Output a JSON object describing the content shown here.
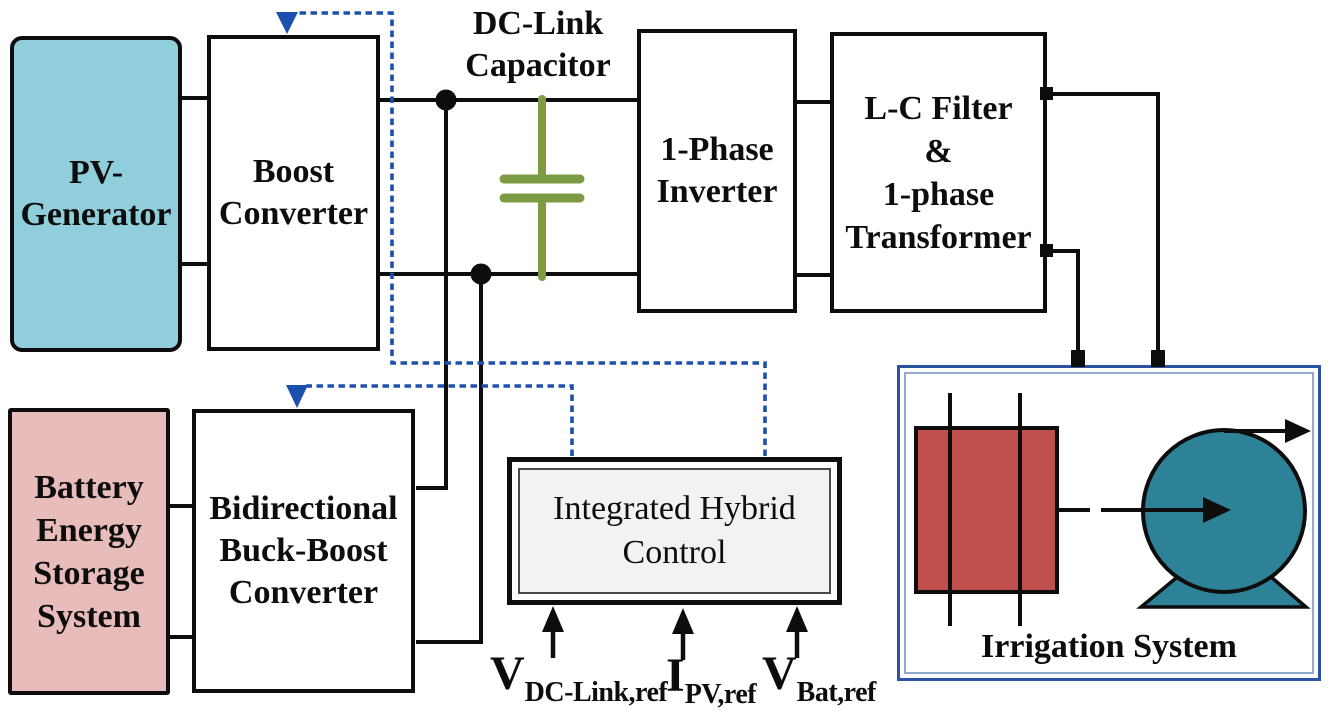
{
  "blocks": {
    "pv_generator": {
      "line1": "PV-",
      "line2": "Generator"
    },
    "boost_converter": {
      "line1": "Boost",
      "line2": "Converter"
    },
    "dc_link_capacitor": {
      "line1": "DC-Link",
      "line2": "Capacitor"
    },
    "inverter": {
      "line1": "1-Phase",
      "line2": "Inverter"
    },
    "lc_filter": {
      "line1": "L-C Filter",
      "line2": "&",
      "line3": "1-phase",
      "line4": "Transformer"
    },
    "battery": {
      "line1": "Battery",
      "line2": "Energy",
      "line3": "Storage",
      "line4": "System"
    },
    "buck_boost": {
      "line1": "Bidirectional",
      "line2": "Buck-Boost",
      "line3": "Converter"
    },
    "control": {
      "line1": "Integrated Hybrid",
      "line2": "Control"
    },
    "irrigation": {
      "label": "Irrigation System"
    }
  },
  "signals": {
    "vdc_ref": {
      "main": "V",
      "sub": "DC-Link,ref"
    },
    "ipv_ref": {
      "main": "I",
      "sub": "PV,ref"
    },
    "vbat_ref": {
      "main": "V",
      "sub": "Bat,ref"
    }
  },
  "colors": {
    "pv_fill": "#8fceda",
    "battery_fill": "#e8bcba",
    "control_fill": "#f2f2f1",
    "capacitor_green": "#7d9b42",
    "control_dash_blue": "#1c50ae",
    "transformer_red": "#c0504d",
    "pump_teal": "#2e8298",
    "irrigation_border_outer": "#2b52a3",
    "irrigation_border_inner": "#93a9d1",
    "wire_black": "#0d0d0d"
  }
}
